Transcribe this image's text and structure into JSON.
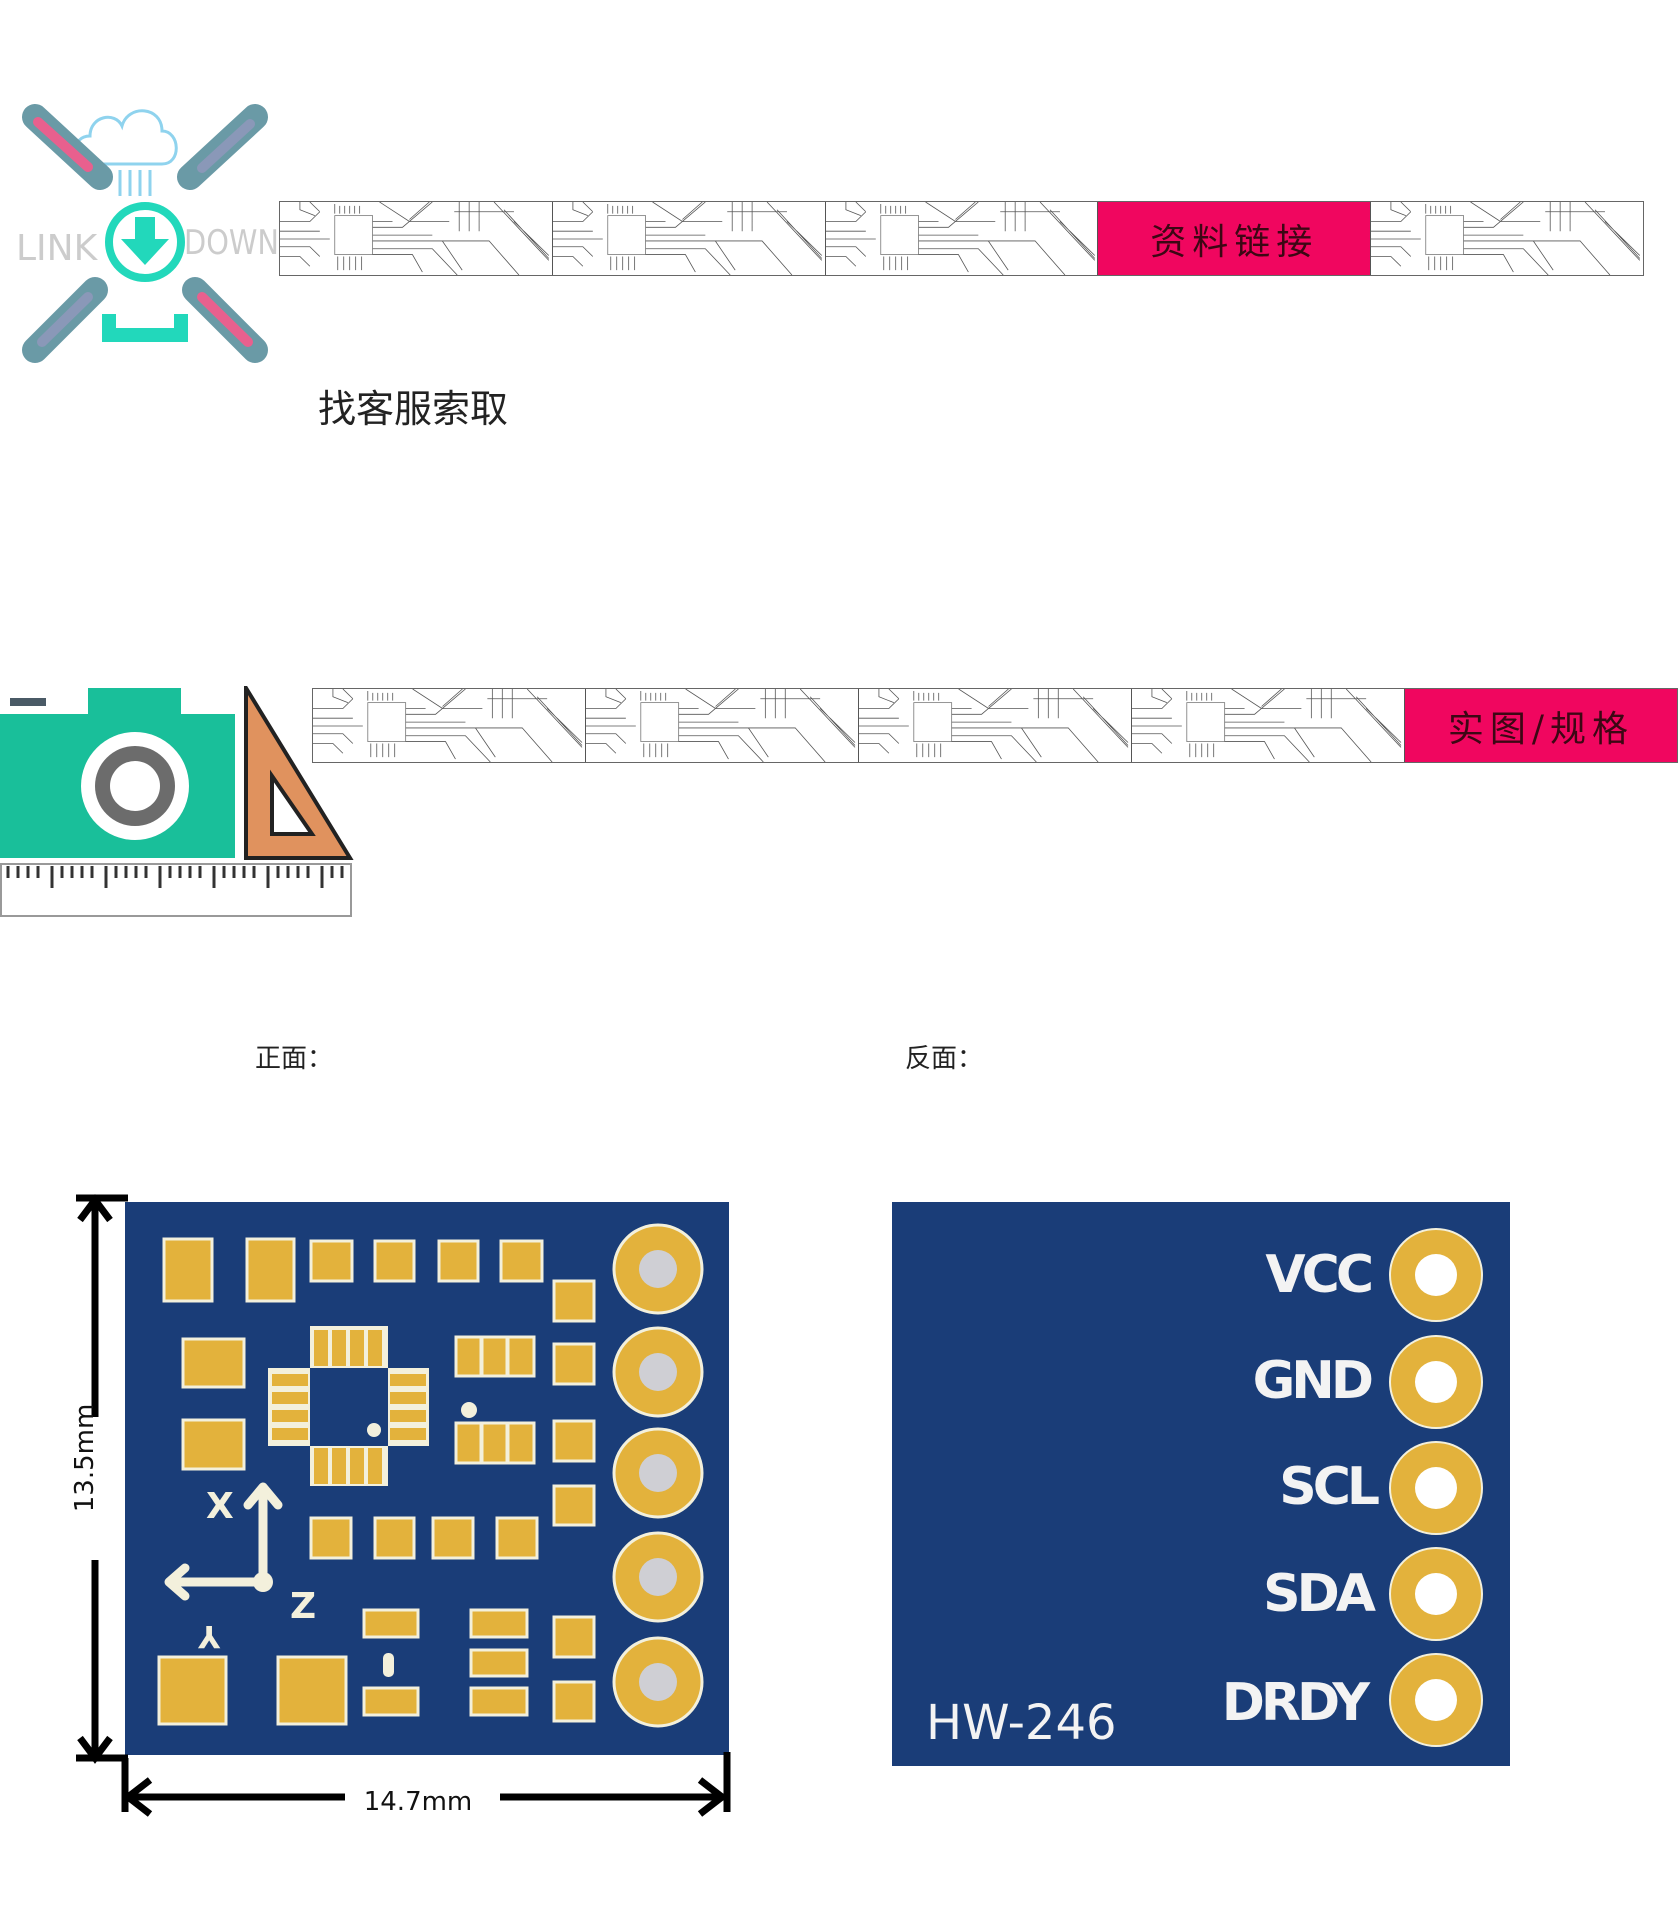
{
  "logo": {
    "left_text": "LINK",
    "right_text": "DOWN"
  },
  "banner_top": {
    "label": "资料链接",
    "accent": "#f0065f"
  },
  "request_text": "找客服索取",
  "banner_photos": {
    "label": "实图/规格",
    "accent": "#f0065f"
  },
  "front_label": "正面：",
  "back_label": "反面：",
  "front_board": {
    "height_dim": "13.5mm",
    "width_dim": "14.7mm",
    "axes": {
      "x": "X",
      "y": "Y",
      "z": "Z"
    }
  },
  "back_board": {
    "model": "HW-246",
    "pins": [
      "VCC",
      "GND",
      "SCL",
      "SDA",
      "DRDY"
    ]
  },
  "colors": {
    "pcb": "#1a3d78",
    "pad": "#e3b23c",
    "silk": "#f3f0dc"
  }
}
